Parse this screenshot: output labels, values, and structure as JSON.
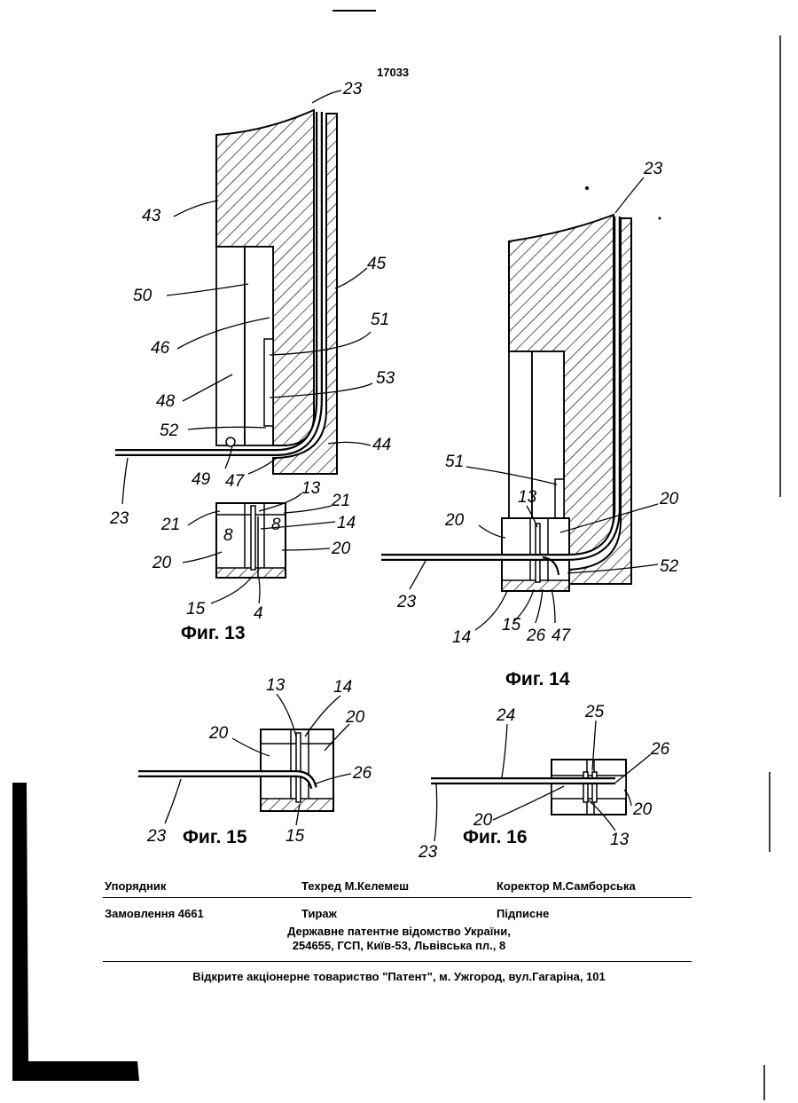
{
  "page_number": "17033",
  "figures": {
    "fig13": {
      "caption": "Фиг. 13",
      "labels": [
        "23",
        "43",
        "45",
        "50",
        "51",
        "46",
        "53",
        "48",
        "52",
        "44",
        "49",
        "47",
        "23",
        "21",
        "13",
        "21",
        "14",
        "8",
        "8",
        "20",
        "20",
        "15",
        "4"
      ]
    },
    "fig14": {
      "caption": "Фиг. 14",
      "labels": [
        "23",
        "51",
        "13",
        "20",
        "20",
        "23",
        "52",
        "14",
        "15",
        "26",
        "47"
      ]
    },
    "fig15": {
      "caption": "Фиг. 15",
      "labels": [
        "13",
        "14",
        "20",
        "20",
        "26",
        "23",
        "15"
      ]
    },
    "fig16": {
      "caption": "Фиг. 16",
      "labels": [
        "24",
        "25",
        "26",
        "20",
        "20",
        "23",
        "13"
      ]
    }
  },
  "colophon": {
    "compiler": "Упорядник",
    "techeditor": "Техред М.Келемеш",
    "corrector": "Коректор  М.Самборська",
    "order": "Замовлення 4661",
    "circulation": "Тираж",
    "subscription": "Підписне",
    "office_line1": "Державне  патентне  відомство  України,",
    "office_line2": "254655, ГСП, Київ-53, Львівська пл., 8",
    "publisher": "Відкрите акціонерне товариство   \"Патент\", м. Ужгород, вул.Гагаріна, 101"
  }
}
